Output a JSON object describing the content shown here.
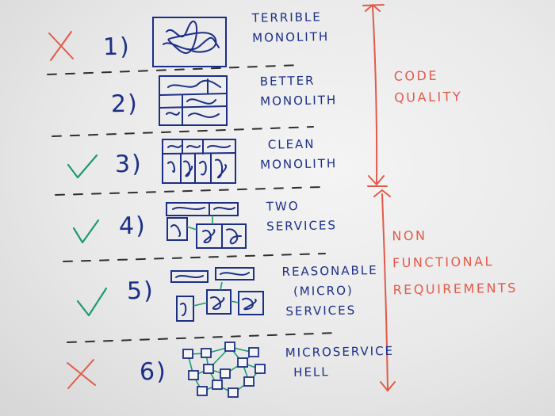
{
  "rows": [
    {
      "number": "1)",
      "line1": "TERRIBLE",
      "line2": "MONOLITH",
      "line3": "",
      "mark": "cross"
    },
    {
      "number": "2)",
      "line1": "BETTER",
      "line2": "MONOLITH",
      "line3": "",
      "mark": ""
    },
    {
      "number": "3)",
      "line1": "CLEAN",
      "line2": "MONOLITH",
      "line3": "",
      "mark": "check"
    },
    {
      "number": "4)",
      "line1": "TWO",
      "line2": "SERVICES",
      "line3": "",
      "mark": "check"
    },
    {
      "number": "5)",
      "line1": "REASONABLE",
      "line2": "(MICRO)",
      "line3": "SERVICES",
      "mark": "check"
    },
    {
      "number": "6)",
      "line1": "MICROSERVICE",
      "line2": "HELL",
      "line3": "",
      "mark": "cross"
    }
  ],
  "right_labels": {
    "code_quality_1": "CODE",
    "code_quality_2": "QUALITY",
    "nfr_1": "NON",
    "nfr_2": "FUNCTIONAL",
    "nfr_3": "REQUIREMENTS"
  },
  "colors": {
    "blue_ink": "#1c2f86",
    "red_ink": "#e25a4a",
    "green_ink": "#1e9a6e",
    "black_ink": "#333333"
  }
}
